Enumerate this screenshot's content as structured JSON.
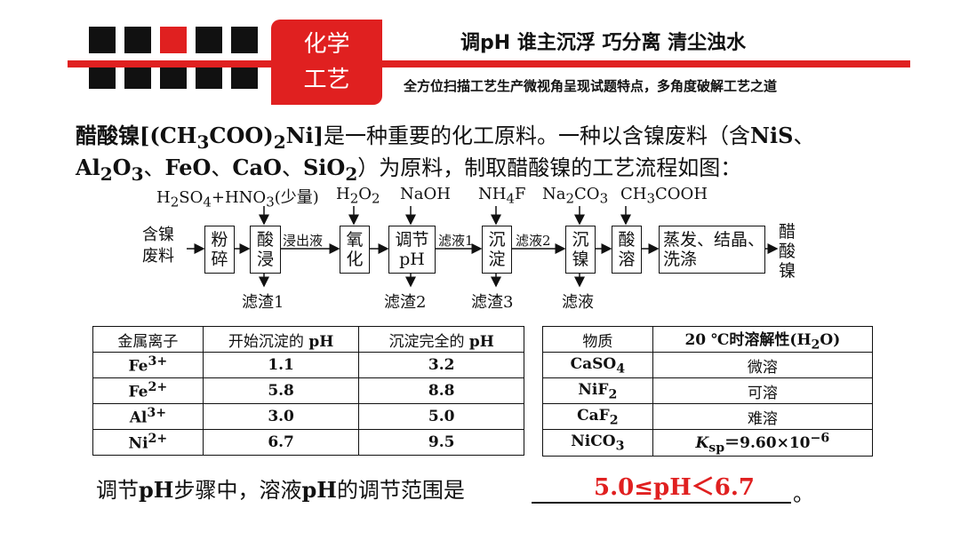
{
  "header": {
    "badge_line1": "化学",
    "badge_line2": "工艺",
    "headline": "调pH 谁主沉浮 巧分离 清尘浊水",
    "tagline": "全方位扫描工艺生产微视角呈现试题特点，多角度破解工艺之道",
    "accent": "#e02020"
  },
  "intro": {
    "line1": "醋酸镍[(CH3COO)2Ni]是一种重要的化工原料。一种以含镍废料（含NiS、",
    "line2": "Al2O3、FeO、CaO、SiO2）为原料，制取醋酸镍的工艺流程如图："
  },
  "flow": {
    "reagents": [
      "H2SO4+HNO3(少量)",
      "H2O2",
      "NaOH",
      "NH4F",
      "Na2CO3",
      "CH3COOH"
    ],
    "input": "含镍废料",
    "steps": [
      "粉碎",
      "酸浸",
      "氧化",
      "调节pH",
      "沉淀",
      "沉镍",
      "酸溶",
      "蒸发、结晶、洗涤"
    ],
    "streams": [
      "浸出液",
      "滤液1",
      "滤液2"
    ],
    "residues": [
      "滤渣1",
      "滤渣2",
      "滤渣3",
      "滤液"
    ],
    "output": "醋酸镍"
  },
  "table_ph": {
    "headers": [
      "金属离子",
      "开始沉淀的 pH",
      "沉淀完全的 pH"
    ],
    "rows": [
      [
        "Fe3+",
        "1.1",
        "3.2"
      ],
      [
        "Fe2+",
        "5.8",
        "8.8"
      ],
      [
        "Al3+",
        "3.0",
        "5.0"
      ],
      [
        "Ni2+",
        "6.7",
        "9.5"
      ]
    ]
  },
  "table_sol": {
    "headers": [
      "物质",
      "20 ℃时溶解性(H2O)"
    ],
    "rows": [
      [
        "CaSO4",
        "微溶"
      ],
      [
        "NiF2",
        "可溶"
      ],
      [
        "CaF2",
        "难溶"
      ],
      [
        "NiCO3",
        "Ksp＝9.60×10−6"
      ]
    ]
  },
  "question": {
    "text": "调节pH步骤中，溶液pH的调节范围是",
    "answer": "5.0≤pH＜6.7",
    "end": "。"
  }
}
